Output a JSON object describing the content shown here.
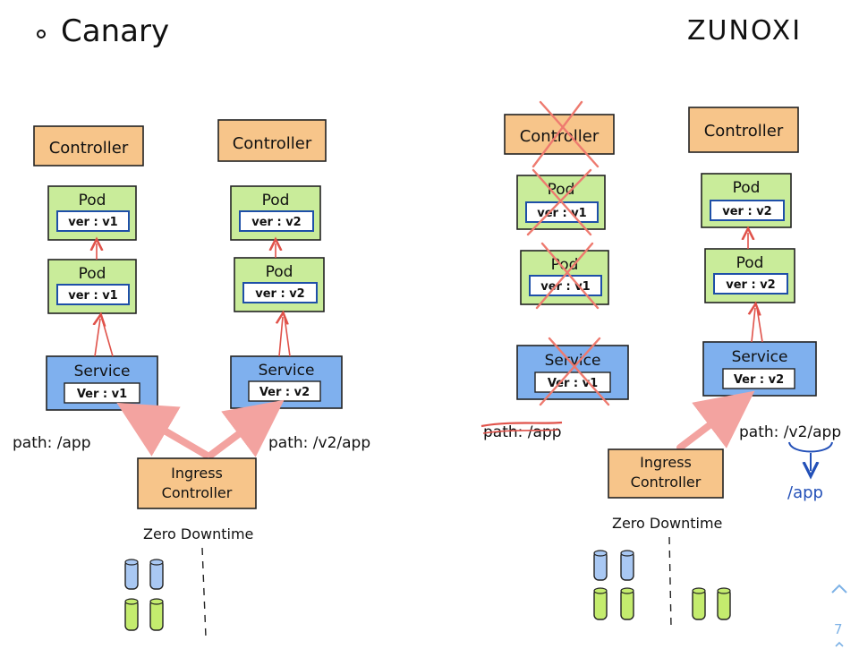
{
  "header": {
    "bullet": "∘",
    "title": "Canary",
    "brand": "ZUNOXI"
  },
  "left": {
    "controller_v1": "Controller",
    "controller_v2": "Controller",
    "pod_label": "Pod",
    "ver_v1": "ver : v1",
    "ver_v2": "ver : v2",
    "service_label": "Service",
    "service_ver_v1": "Ver : v1",
    "service_ver_v2": "Ver : v2",
    "path_v1": "path: /app",
    "path_v2": "path: /v2/app",
    "ingress_line1": "Ingress",
    "ingress_line2": "Controller",
    "zero_downtime": "Zero Downtime"
  },
  "right": {
    "controller_v1": "Controller",
    "controller_v2": "Controller",
    "pod_label": "Pod",
    "ver_v1": "ver : v1",
    "ver_v2": "ver : v2",
    "service_label": "Service",
    "service_ver_v1": "Ver : v1",
    "service_ver_v2": "Ver : v2",
    "path_v1_struck": "path: /app",
    "path_v2": "path: /v2/app",
    "rewrite_target": "/app",
    "ingress_line1": "Ingress",
    "ingress_line2": "Controller",
    "zero_downtime": "Zero Downtime"
  },
  "page_nav": {
    "up_glyph": "^",
    "page_number": "7"
  },
  "colors": {
    "controller_fill": "#f7c58a",
    "pod_fill": "#c9ec9a",
    "service_fill": "#7fb0ee",
    "ver_tag_fill": "#ffffff",
    "arrow_red": "#e0524a",
    "big_arrow": "#f3a3a0",
    "cross": "#ee7a6f",
    "cylinder_blue": "#a9c8f3",
    "cylinder_green": "#c4ec6e",
    "annotation_blue": "#2350b8",
    "nav_blue": "#7db2e6"
  }
}
